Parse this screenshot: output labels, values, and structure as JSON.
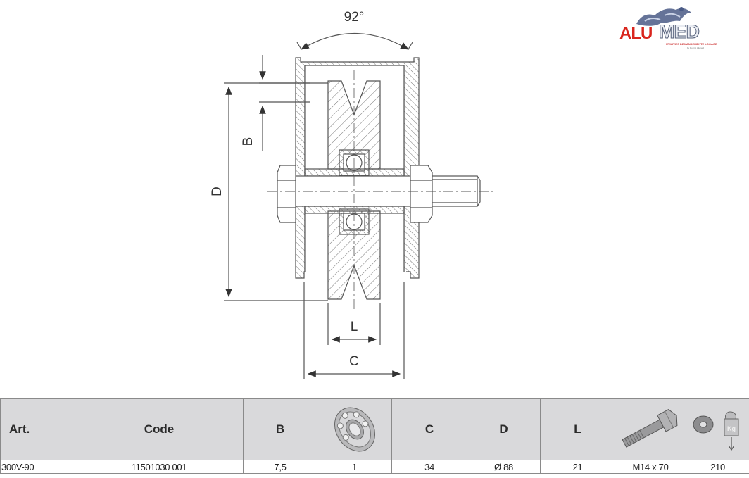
{
  "drawing": {
    "angle_label": "92°",
    "dim_B": "B",
    "dim_D": "D",
    "dim_L": "L",
    "dim_C": "C"
  },
  "logo": {
    "brand_red": "ALU",
    "brand_grey": "MED",
    "tagline": "UTILITIES DEMANDEMENTE LOGAGE",
    "sub_tagline": "by Rolling Alumed"
  },
  "table": {
    "headers": [
      "Art.",
      "Code",
      "B",
      "",
      "C",
      "D",
      "L",
      "",
      ""
    ],
    "header_icons": [
      "",
      "",
      "",
      "bearing-icon",
      "",
      "",
      "",
      "bolt-icon",
      "washer-weight-icon"
    ],
    "rows": [
      [
        "300V-90",
        "11501030 001",
        "7,5",
        "1",
        "34",
        "Ø 88",
        "21",
        "M14 x 70",
        "210"
      ]
    ]
  },
  "colors": {
    "header_bg": "#d9d9db",
    "line": "#555555",
    "brand_red": "#d9251d"
  }
}
